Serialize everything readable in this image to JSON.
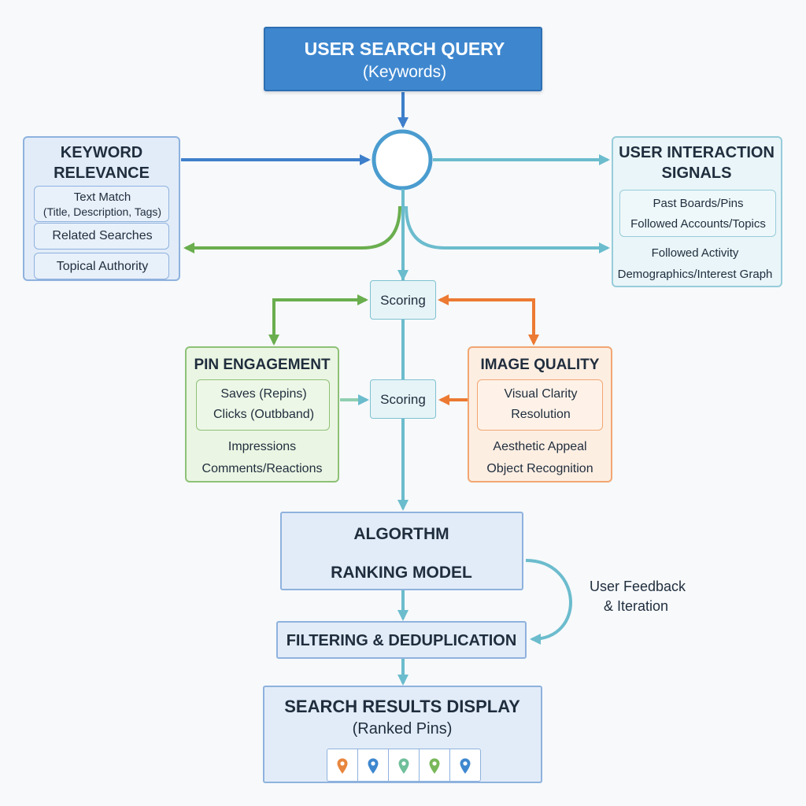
{
  "query": {
    "title": "USER SEARCH QUERY",
    "subtitle": "(Keywords)"
  },
  "keyword_relevance": {
    "title_line1": "KEYWORD",
    "title_line2": "RELEVANCE",
    "text_match": "Text Match",
    "text_match_detail": "(Title, Description, Tags)",
    "related_searches": "Related Searches",
    "topical_authority": "Topical Authority"
  },
  "user_interaction": {
    "title_line1": "USER INTERACTION",
    "title_line2": "SIGNALS",
    "past_boards": "Past Boards/Pins",
    "followed_accounts": "Followed Accounts/Topics",
    "followed_activity": "Followed Activity",
    "demographics": "Demographics/Interest Graph"
  },
  "scoring_top": "Scoring",
  "scoring_mid": "Scoring",
  "pin_engagement": {
    "title": "PIN ENGAGEMENT",
    "saves": "Saves (Repins)",
    "clicks": "Clicks (Outbband)",
    "impressions": "Impressions",
    "comments": "Comments/Reactions"
  },
  "image_quality": {
    "title": "IMAGE QUALITY",
    "visual_clarity": "Visual Clarity",
    "resolution": "Resolution",
    "aesthetic": "Aesthetic Appeal",
    "object_recognition": "Object Recognition"
  },
  "algorithm": {
    "line1": "ALGORTHM",
    "line2": "RANKING MODEL"
  },
  "feedback": {
    "line1": "User Feedback",
    "line2": "& Iteration"
  },
  "filtering": "FILTERING & DEDUPLICATION",
  "results": {
    "title": "SEARCH RESULTS DISPLAY",
    "subtitle": "(Ranked Pins)"
  },
  "pin_icons": [
    {
      "icon": "map-pin-icon",
      "color": "#e8863e"
    },
    {
      "icon": "map-pin-icon",
      "color": "#3e87cf"
    },
    {
      "icon": "map-pin-icon",
      "color": "#6fbf9a"
    },
    {
      "icon": "map-pin-icon",
      "color": "#79b85a"
    },
    {
      "icon": "map-pin-icon",
      "color": "#3e87cf"
    }
  ],
  "colors": {
    "blue": "#3e7fcb",
    "teal": "#6bbccd",
    "green": "#6aae4e",
    "orange": "#ec7a33",
    "text": "#1f2d3d"
  }
}
